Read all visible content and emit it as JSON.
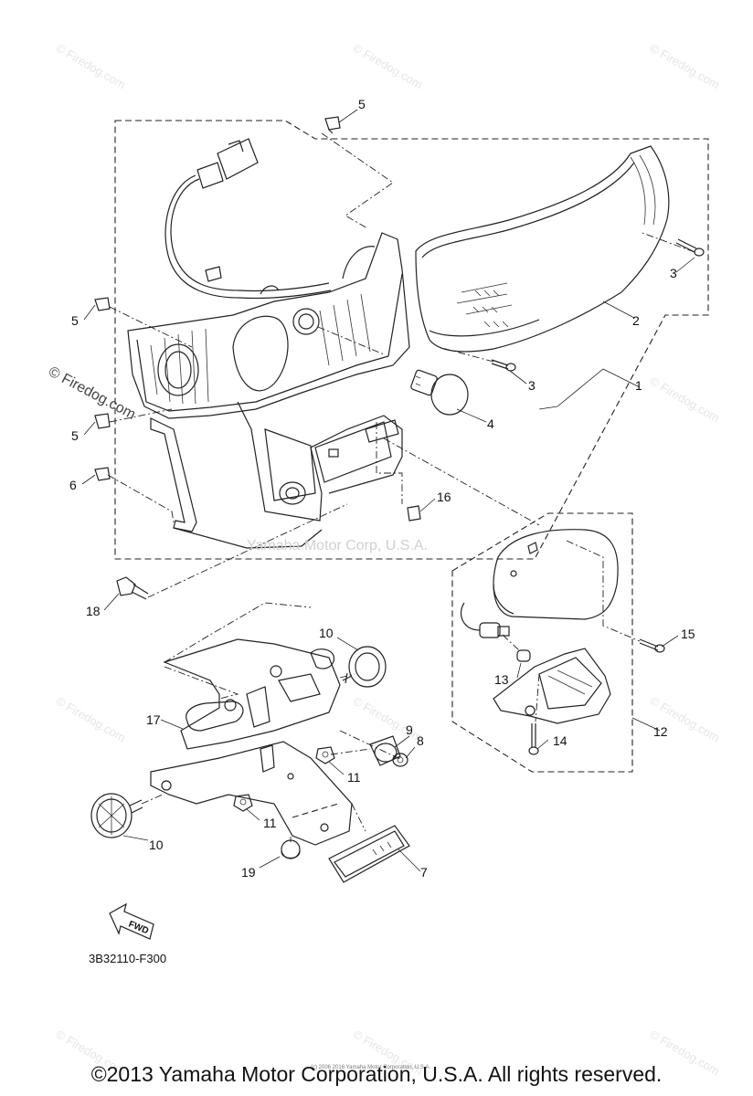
{
  "diagram": {
    "code": "3B32110-F300",
    "center_watermark": "Yamaha Motor Corp, U.S.A.",
    "side_watermark": "© Firedog.com",
    "tile_watermark": "© Firedog.com",
    "fwd_label": "FWD",
    "small_print": "(c) 2006 2016 Yamaha Motor Corporation, U.S.A.",
    "callouts": [
      "1",
      "2",
      "3",
      "3",
      "4",
      "5",
      "5",
      "5",
      "6",
      "7",
      "8",
      "9",
      "10",
      "10",
      "11",
      "11",
      "12",
      "13",
      "14",
      "15",
      "16",
      "17",
      "18",
      "19"
    ]
  },
  "footer": {
    "copyright": "©2013 Yamaha Motor Corporation, U.S.A. All rights reserved."
  }
}
